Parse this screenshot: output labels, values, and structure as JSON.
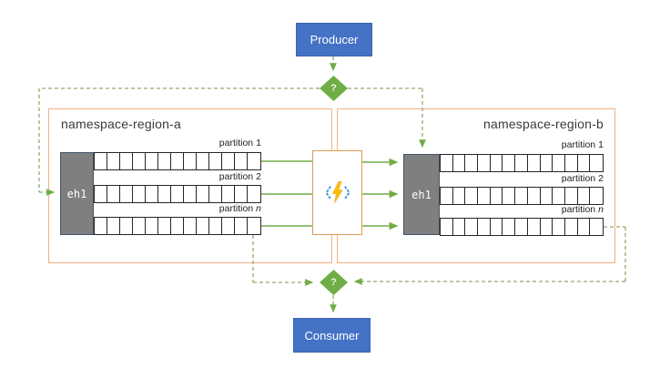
{
  "producer": {
    "label": "Producer"
  },
  "consumer": {
    "label": "Consumer"
  },
  "routers": {
    "top_label": "?",
    "bottom_label": "?"
  },
  "function_box": {
    "icon": "azure-functions-icon"
  },
  "regions": [
    {
      "title": "namespace-region-a",
      "hub_label": "eh1",
      "cells_per_partition": 13,
      "partitions": [
        {
          "prefix": "partition",
          "suffix": "1"
        },
        {
          "prefix": "partition",
          "suffix": "2"
        },
        {
          "prefix": "partition",
          "suffix": "n"
        }
      ]
    },
    {
      "title": "namespace-region-b",
      "hub_label": "eh1",
      "cells_per_partition": 13,
      "partitions": [
        {
          "prefix": "partition",
          "suffix": "1"
        },
        {
          "prefix": "partition",
          "suffix": "2"
        },
        {
          "prefix": "partition",
          "suffix": "n"
        }
      ]
    }
  ],
  "colors": {
    "node_fill": "#4472C4",
    "router_fill": "#70AD47",
    "arrow_green": "#70AD47",
    "dashed_green": "#8FAC6E",
    "namespace_border": "#F2B183",
    "function_border": "#E09A55",
    "hub_fill": "#7F7F7F",
    "hub_border": "#44546A",
    "cell_border": "#262626",
    "bolt_yellow": "#FCC000",
    "bracket_blue": "#3E9BD5"
  }
}
